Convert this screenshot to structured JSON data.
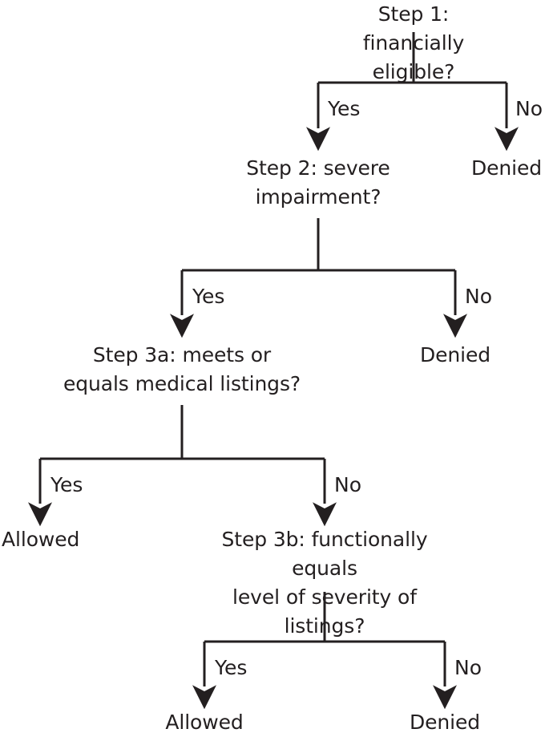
{
  "diagram": {
    "title": "Childhood disability determination sequential evaluation flowchart",
    "background_color": "#ffffff",
    "line_color": "#231f20",
    "text_color": "#231f20",
    "nodes": {
      "step1": "Step 1: financially eligible?",
      "step1_denied": "Denied",
      "step2": "Step 2: severe\nimpairment?",
      "step2_denied": "Denied",
      "step3a": "Step 3a: meets or\nequals medical listings?",
      "step3a_allowed": "Allowed",
      "step3b": "Step 3b: functionally equals\nlevel of severity of listings?",
      "step3b_allowed": "Allowed",
      "step3b_denied": "Denied"
    },
    "edge_labels": {
      "b1_yes": "Yes",
      "b1_no": "No",
      "b2_yes": "Yes",
      "b2_no": "No",
      "b3_yes": "Yes",
      "b3_no": "No",
      "b4_yes": "Yes",
      "b4_no": "No"
    }
  },
  "chart_data": {
    "type": "diagram",
    "subtype": "decision-tree-flowchart",
    "title": "Childhood disability determination sequential evaluation flowchart",
    "nodes": [
      {
        "id": "step1",
        "label": "Step 1: financially eligible?",
        "kind": "decision",
        "level": 0
      },
      {
        "id": "denied1",
        "label": "Denied",
        "kind": "terminal",
        "level": 1
      },
      {
        "id": "step2",
        "label": "Step 2: severe impairment?",
        "kind": "decision",
        "level": 1
      },
      {
        "id": "denied2",
        "label": "Denied",
        "kind": "terminal",
        "level": 2
      },
      {
        "id": "step3a",
        "label": "Step 3a: meets or equals medical listings?",
        "kind": "decision",
        "level": 2
      },
      {
        "id": "allowed1",
        "label": "Allowed",
        "kind": "terminal",
        "level": 3
      },
      {
        "id": "step3b",
        "label": "Step 3b: functionally equals level of severity of listings?",
        "kind": "decision",
        "level": 3
      },
      {
        "id": "allowed2",
        "label": "Allowed",
        "kind": "terminal",
        "level": 4
      },
      {
        "id": "denied3",
        "label": "Denied",
        "kind": "terminal",
        "level": 4
      }
    ],
    "edges": [
      {
        "from": "step1",
        "to": "step2",
        "label": "Yes"
      },
      {
        "from": "step1",
        "to": "denied1",
        "label": "No"
      },
      {
        "from": "step2",
        "to": "step3a",
        "label": "Yes"
      },
      {
        "from": "step2",
        "to": "denied2",
        "label": "No"
      },
      {
        "from": "step3a",
        "to": "allowed1",
        "label": "Yes"
      },
      {
        "from": "step3a",
        "to": "step3b",
        "label": "No"
      },
      {
        "from": "step3b",
        "to": "allowed2",
        "label": "Yes"
      },
      {
        "from": "step3b",
        "to": "denied3",
        "label": "No"
      }
    ],
    "orientation": "top-down"
  }
}
